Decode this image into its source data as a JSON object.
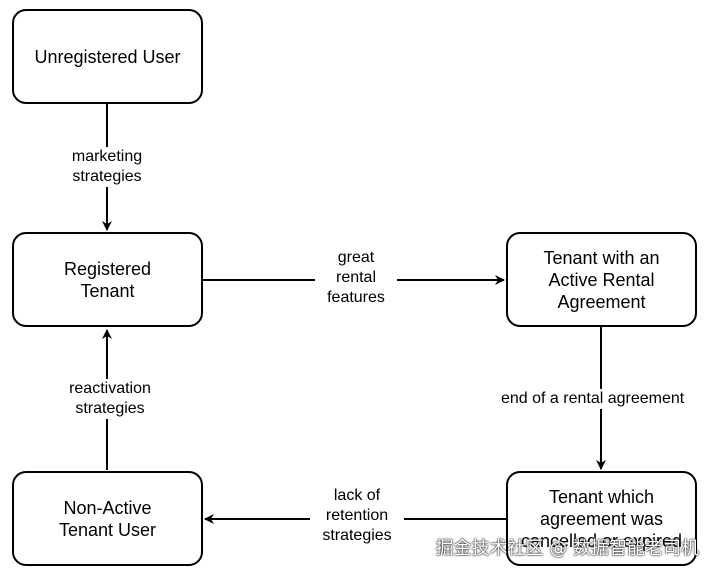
{
  "nodes": {
    "unregistered_user": "Unregistered User",
    "registered_tenant": "Registered Tenant",
    "tenant_active_agreement": "Tenant with an Active Rental Agreement",
    "tenant_cancelled": "Tenant which agreement was cancelled or expired",
    "non_active_tenant": "Non-Active Tenant User"
  },
  "edges": {
    "marketing": "marketing strategies",
    "great_rental": "great rental features",
    "end_of_agreement": "end of a rental agreement",
    "lack_of_retention": "lack of retention strategies",
    "reactivation": "reactivation strategies"
  },
  "watermark": "掘金技术社区 @ 数据智能老司机",
  "colors": {
    "stroke": "#000000",
    "background": "#ffffff"
  }
}
